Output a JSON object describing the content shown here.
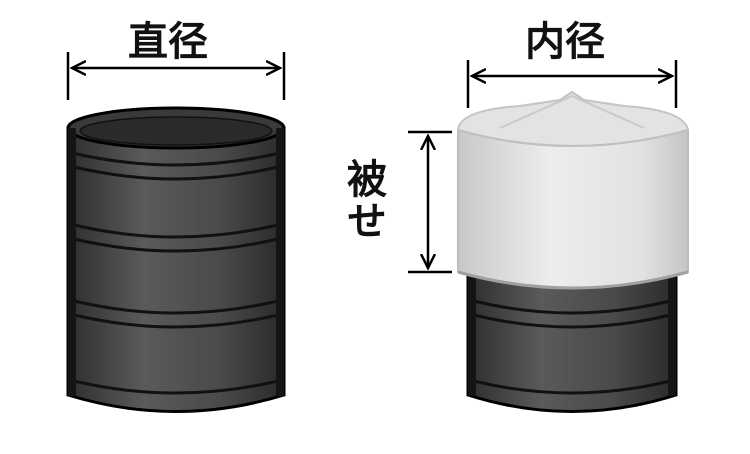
{
  "labels": {
    "diameter": "直径",
    "inner_diameter": "内径",
    "cover": "被せ"
  },
  "colors": {
    "drum_body": "#505050",
    "drum_dark": "#1e1e1e",
    "drum_top": "#3a3a3a",
    "cap_light": "#e6e6e6",
    "cap_shadow": "#bdbdbd",
    "outline": "#000000",
    "background": "#ffffff"
  },
  "figures": [
    {
      "name": "drum",
      "description_label": "直径"
    },
    {
      "name": "capped-drum",
      "description_label": "内径"
    }
  ]
}
